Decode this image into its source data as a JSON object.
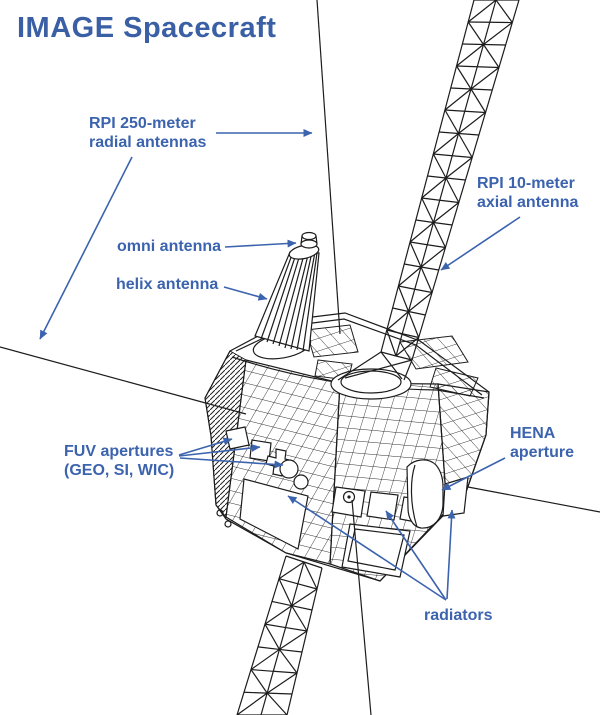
{
  "title": "IMAGE Spacecraft",
  "colors": {
    "background": "#ffffff",
    "title_text": "#3a5fa5",
    "accent": "#3c63ae",
    "line": "#1c1c1c"
  },
  "labels": {
    "rpi_radial": "RPI 250-meter\nradial antennas",
    "rpi_axial": "RPI 10-meter\naxial antenna",
    "omni": "omni antenna",
    "helix": "helix antenna",
    "fuv": "FUV apertures\n(GEO, SI, WIC)",
    "hena": "HENA\naperture",
    "radiators": "radiators"
  }
}
